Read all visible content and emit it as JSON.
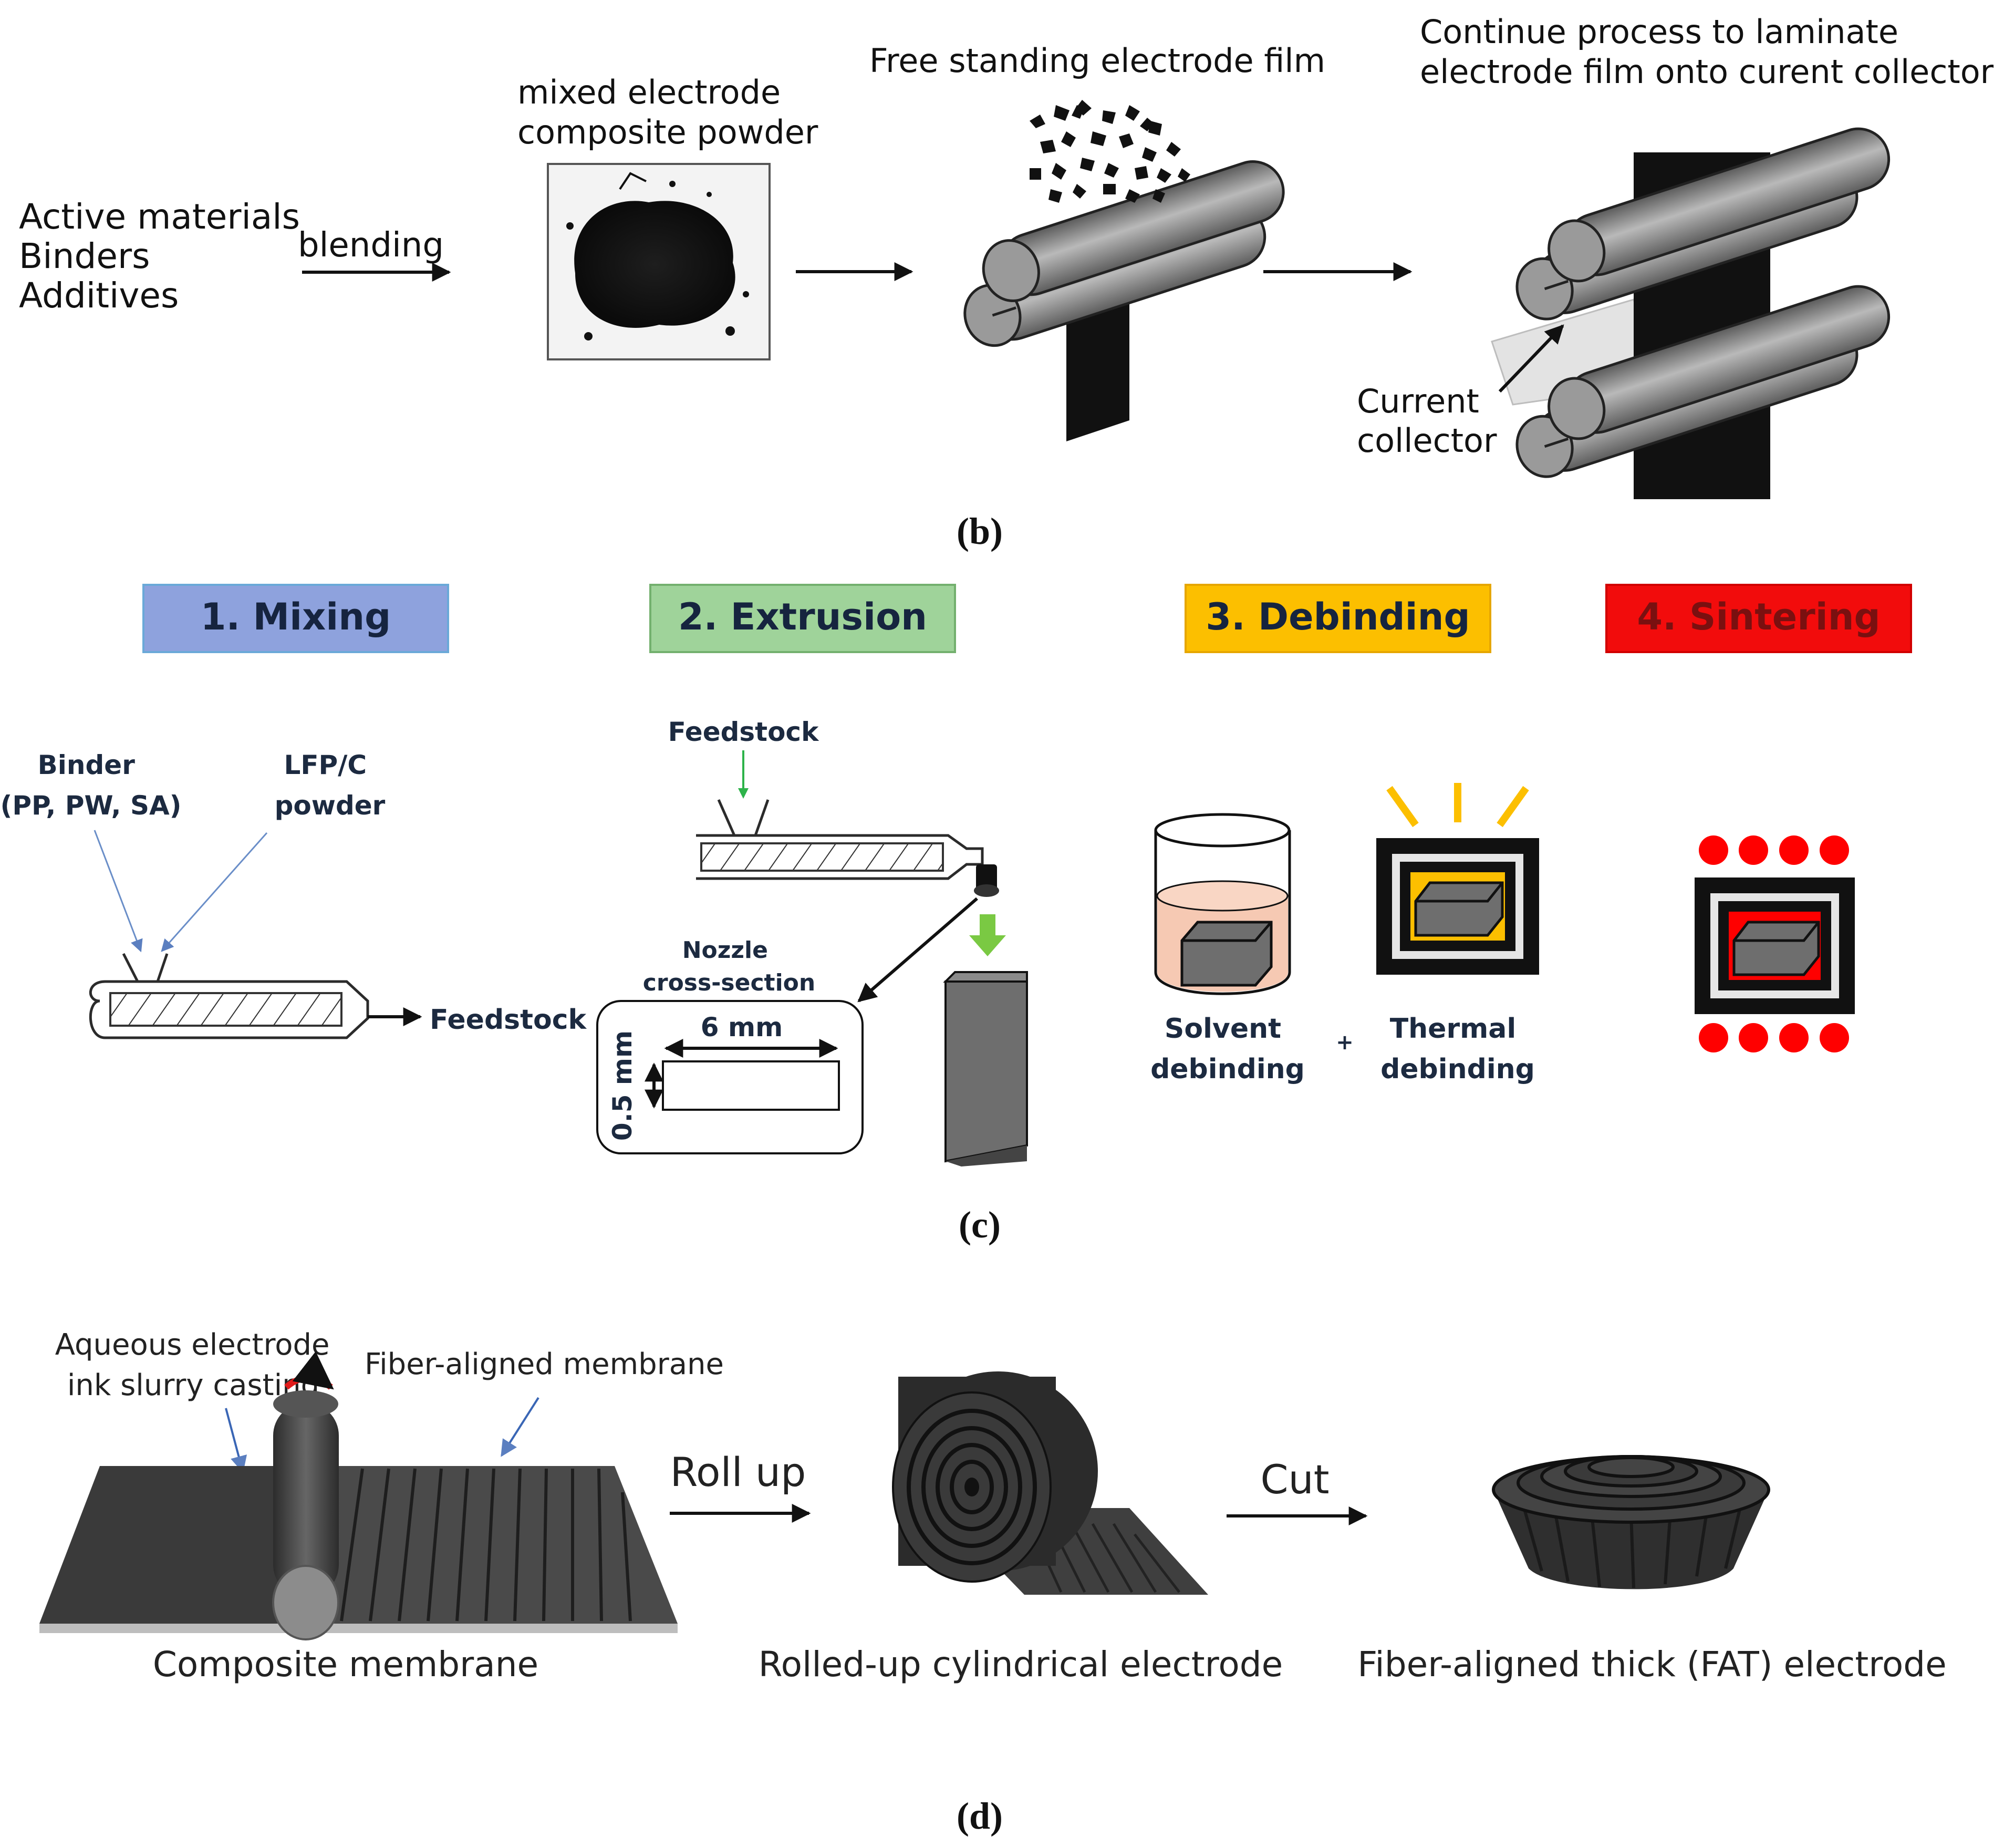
{
  "panel_b": {
    "inputs": [
      "Active materials",
      "Binders",
      "Additives"
    ],
    "blending_label": "blending",
    "powder_label": [
      "mixed electrode",
      "composite powder"
    ],
    "film_label": "Free standing electrode film",
    "laminate_label": [
      "Continue process to laminate",
      "electrode film onto curent collector"
    ],
    "current_collector_label": [
      "Current",
      "collector"
    ],
    "caption": "(b)"
  },
  "panel_c": {
    "steps": [
      {
        "label": "1. Mixing",
        "color": "#8ea2dd"
      },
      {
        "label": "2. Extrusion",
        "color": "#9fd39a"
      },
      {
        "label": "3. Debinding",
        "color": "#fcbf00"
      },
      {
        "label": "4. Sintering",
        "color": "#f20c0c"
      }
    ],
    "binder_label": [
      "Binder",
      "(PP, PW, SA)"
    ],
    "lfp_label": [
      "LFP/C",
      "powder"
    ],
    "mixing_output": "Feedstock",
    "extrusion_input": "Feedstock",
    "nozzle_label": [
      "Nozzle",
      "cross-section"
    ],
    "nozzle_width": "6 mm",
    "nozzle_height": "0.5 mm",
    "solvent_label": [
      "Solvent",
      "debinding"
    ],
    "plus": "+",
    "thermal_label": [
      "Thermal",
      "debinding"
    ],
    "caption": "(c)"
  },
  "panel_d": {
    "ink_label": [
      "Aqueous electrode",
      "ink slurry casting"
    ],
    "membrane_label": "Fiber-aligned membrane",
    "roll_up_label": "Roll up",
    "cut_label": "Cut",
    "composite_label": "Composite membrane",
    "rolled_label": "Rolled-up cylindrical electrode",
    "fat_label": "Fiber-aligned thick (FAT) electrode",
    "caption": "(d)"
  }
}
